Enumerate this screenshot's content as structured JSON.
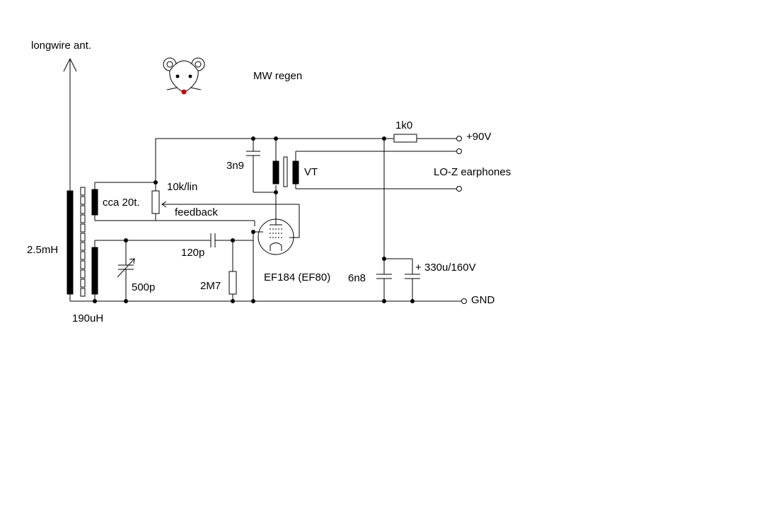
{
  "title": "MW regen",
  "labels": {
    "antenna": "longwire ant.",
    "inductor_main": "2.5mH",
    "inductor_tuned": "190uH",
    "feedback_coil": "cca 20t.",
    "pot": "10k/lin",
    "feedback": "feedback",
    "cap_grid": "120p",
    "cap_tune": "500p",
    "grid_resistor": "2M7",
    "tube": "EF184 (EF80)",
    "cap_plate": "3n9",
    "transformer": "VT",
    "resistor_supply": "1k0",
    "supply_voltage": "+90V",
    "earphones": "LO-Z earphones",
    "cap_bypass": "6n8",
    "cap_electrolytic": "330u/160V",
    "ground": "GND",
    "plus_sign": "+"
  },
  "colors": {
    "ink": "#000000",
    "mouse_nose": "#cc0000"
  },
  "icons": {
    "mascot": "mouse-icon"
  }
}
